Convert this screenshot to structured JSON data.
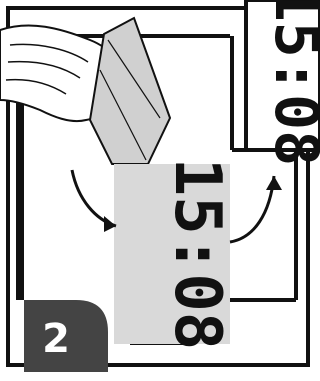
{
  "illustration": {
    "step_number": "2",
    "display_small": "15:08",
    "display_large": "15:08",
    "colors": {
      "ink": "#111111",
      "paper": "#ffffff",
      "screen_tone": "#d9d9d9",
      "badge": "#444444"
    }
  }
}
